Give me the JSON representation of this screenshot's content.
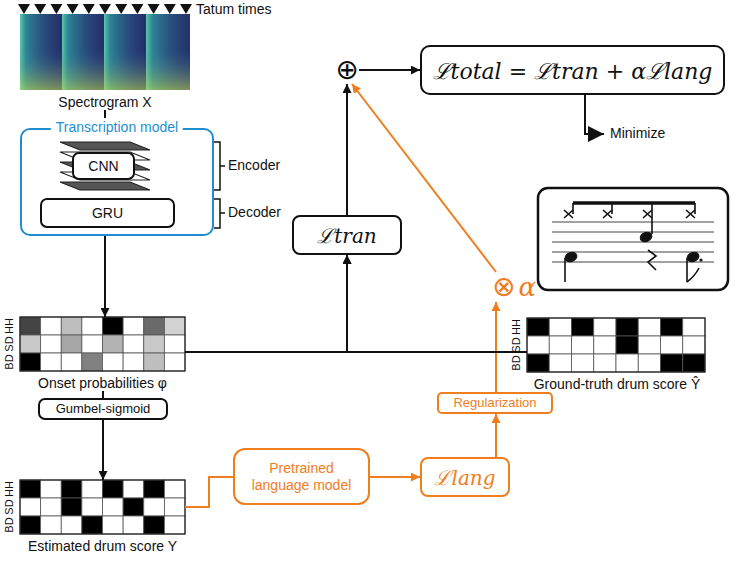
{
  "diagram": {
    "nodes": [
      {
        "text": [
          "Spectrogram X"
        ]
      },
      {
        "text": [
          "Transcription model"
        ]
      },
      {
        "text": [
          "CNN"
        ],
        "in": 1
      },
      {
        "text": [
          "GRU"
        ],
        "in": 1
      },
      {
        "text": [
          "Onset probabilities φ"
        ]
      },
      {
        "text": [
          "Gumbel-sigmoid"
        ]
      },
      {
        "text": [
          "Estimated drum score Y"
        ]
      },
      {
        "text": [
          "⊕"
        ]
      },
      {
        "text": [
          "ℒtotal = ℒtran + αℒlang"
        ]
      },
      {
        "text": [
          "ℒtran"
        ]
      },
      {
        "text": [
          "⊗",
          "α"
        ]
      },
      {
        "text": [
          "Ground-truth drum score Ŷ"
        ]
      },
      {
        "text": [
          "Pretrained language model"
        ]
      },
      {
        "text": [
          "ℒlang"
        ]
      },
      {
        "text": [
          "Regularization"
        ]
      }
    ],
    "edges": [
      {
        "from": 0,
        "to": 1,
        "arrow": "none"
      },
      {
        "from": 1,
        "to": 4,
        "arrow": "to"
      },
      {
        "from": 4,
        "to": 5,
        "arrow": "none"
      },
      {
        "from": 5,
        "to": 6,
        "arrow": "to"
      },
      {
        "from": 6,
        "to": 12,
        "arrow": "none"
      },
      {
        "from": 12,
        "to": 13,
        "arrow": "to"
      },
      {
        "from": 13,
        "to": 14,
        "arrow": "to"
      },
      {
        "from": 14,
        "to": 10,
        "arrow": "to"
      },
      {
        "from": 10,
        "to": 7,
        "arrow": "to"
      },
      {
        "from": 4,
        "to": 9,
        "arrow": "to"
      },
      {
        "from": 11,
        "to": 9,
        "arrow": "to"
      },
      {
        "from": 9,
        "to": 7,
        "arrow": "to"
      },
      {
        "from": 7,
        "to": 8,
        "arrow": "to"
      }
    ],
    "labels": [
      "Tatum times",
      "Encoder",
      "Decoder",
      "HH",
      "SD",
      "BD",
      "HH",
      "SD",
      "BD",
      "HH",
      "SD",
      "BD",
      "Minimize"
    ]
  }
}
